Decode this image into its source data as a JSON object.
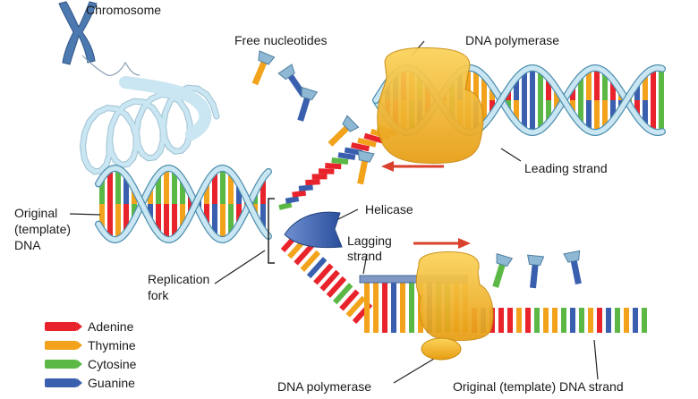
{
  "labels": {
    "chromosome": "Chromosome",
    "free_nucleotides": "Free nucleotides",
    "dna_polymerase_top": "DNA polymerase",
    "leading_strand": "Leading strand",
    "original_template_dna": [
      "Original",
      "(template)",
      "DNA"
    ],
    "helicase": "Helicase",
    "lagging_strand": [
      "Lagging",
      "strand"
    ],
    "replication_fork": [
      "Replication",
      "fork"
    ],
    "dna_polymerase_bottom": "DNA polymerase",
    "original_template_strand": "Original (template) DNA strand"
  },
  "legend": [
    {
      "name": "Adenine",
      "color": "#e8232b"
    },
    {
      "name": "Thymine",
      "color": "#f2a21b"
    },
    {
      "name": "Cytosine",
      "color": "#5bb845"
    },
    {
      "name": "Guanine",
      "color": "#3a5fae"
    }
  ],
  "colors": {
    "backbone": "#c9e6f2",
    "backbone_edge": "#4e8fae",
    "polymerase": "#f5b51f",
    "helicase": "#3d63ad",
    "arrow": "#d9412c",
    "chromosome": "#4c79b0"
  }
}
